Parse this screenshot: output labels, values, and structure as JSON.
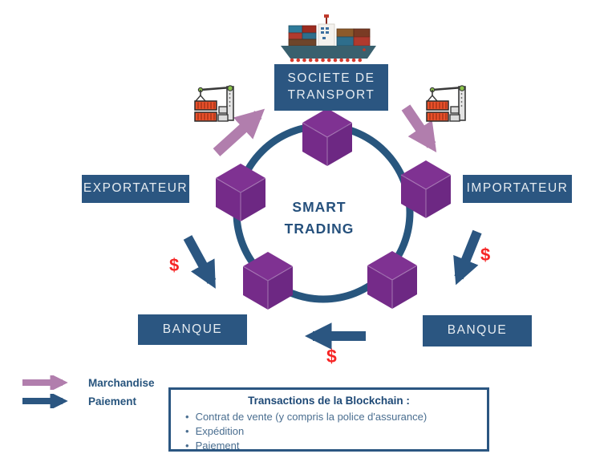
{
  "center_label": "SMART TRADING",
  "nodes": {
    "transport": "SOCIETE DE TRANSPORT",
    "exporter": "EXPORTATEUR",
    "importer": "IMPORTATEUR",
    "bank_left": "BANQUE",
    "bank_right": "BANQUE"
  },
  "money": {
    "symbol": "$"
  },
  "legend": {
    "merchandise": "Marchandise",
    "payment": "Paiement"
  },
  "blockchain_box": {
    "title": "Transactions de la Blockchain :",
    "items": [
      "Contrat de vente (y compris la police d'assurance)",
      "Expédition",
      "Paiement"
    ]
  },
  "icons": {
    "ship": "cargo-ship-icon",
    "crane_left": "container-crane-icon",
    "crane_right": "container-crane-icon"
  },
  "colors": {
    "navy": "#2B5681",
    "purple": "#762C8A",
    "pink": "#B17EAD",
    "red": "#F62525"
  }
}
